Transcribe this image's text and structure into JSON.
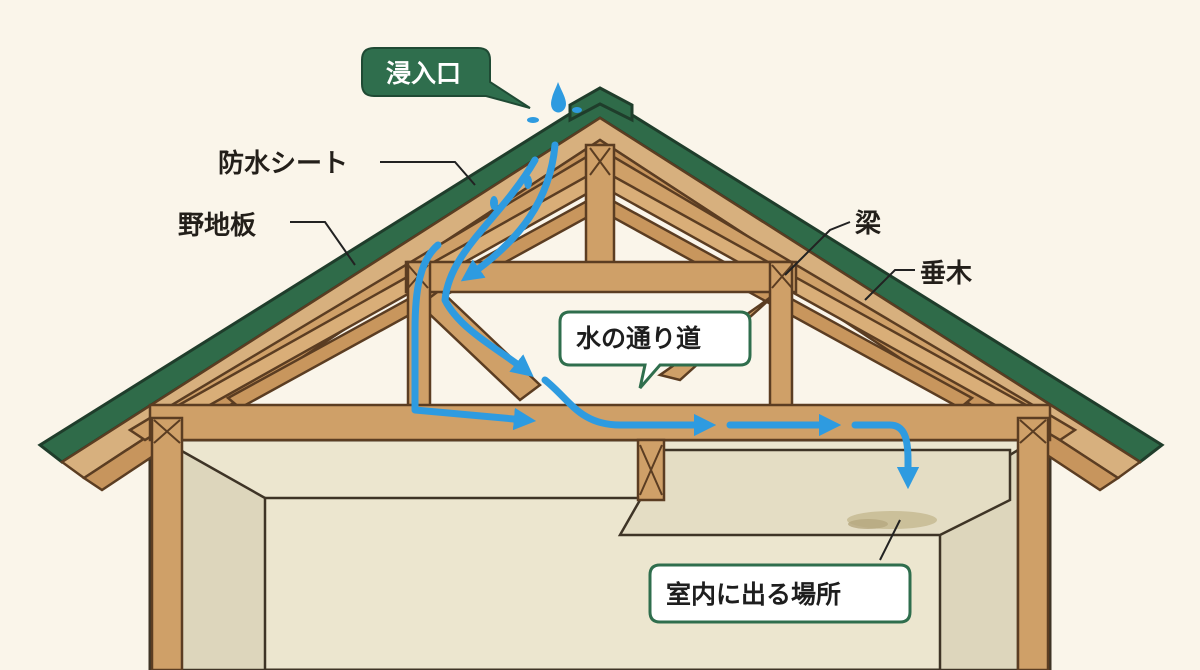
{
  "labels": {
    "entry_point": "浸入口",
    "waterproof_sheet": "防水シート",
    "roof_board": "野地板",
    "beam": "梁",
    "rafter": "垂木",
    "water_path": "水の通り道",
    "indoor_leak": "室内に出る場所"
  },
  "colors": {
    "background": "#faf5ea",
    "wood": "#cfa068",
    "wood_outline": "#5b3d22",
    "roof_green": "#2f6b49",
    "label_green": "#2f6e4d",
    "water_blue": "#2e9be0",
    "interior": "#ece6cf",
    "stain": "#c8bc96"
  },
  "icons": {
    "water_drop": "water-drop-icon",
    "flow_arrow": "arrow-icon"
  }
}
